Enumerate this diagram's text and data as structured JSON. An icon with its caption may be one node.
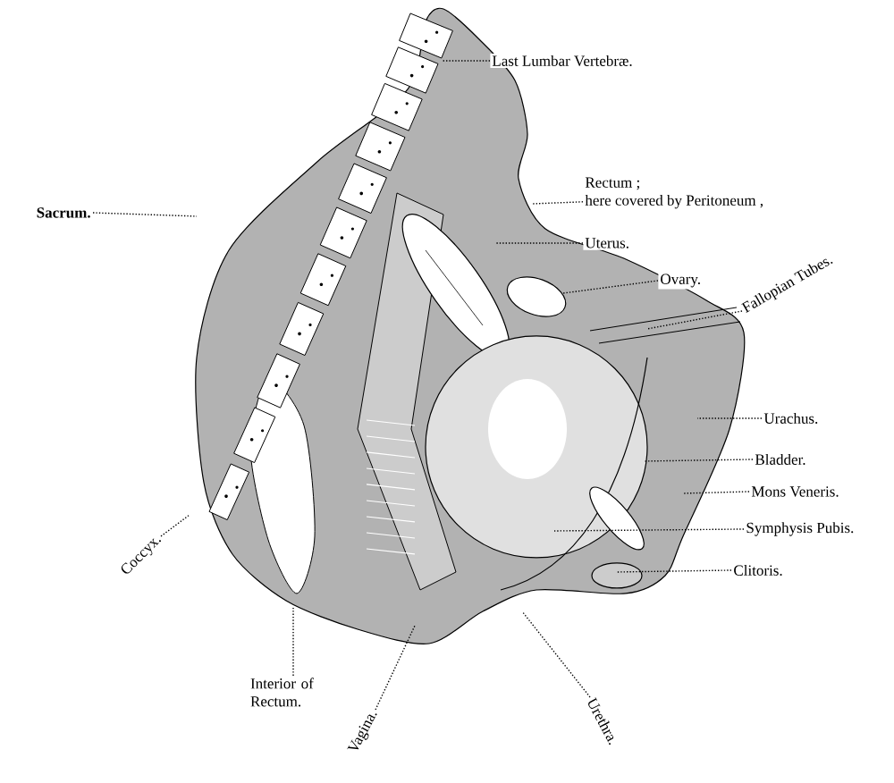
{
  "diagram": {
    "nodes": [
      {
        "text": [
          "Last Lumbar Vertebræ."
        ]
      },
      {
        "text": [
          "Rectum ;",
          "here covered by Peritoneum ,"
        ]
      },
      {
        "text": [
          "Uterus."
        ]
      },
      {
        "text": [
          "Ovary."
        ]
      },
      {
        "text": [
          "Fallopian Tubes."
        ]
      },
      {
        "text": [
          "Urachus."
        ]
      },
      {
        "text": [
          "Bladder."
        ]
      },
      {
        "text": [
          "Mons Veneris."
        ]
      },
      {
        "text": [
          "Symphysis Pubis."
        ]
      },
      {
        "text": [
          "Clitoris."
        ]
      },
      {
        "text": [
          "Sacrum."
        ]
      },
      {
        "text": [
          "Coccyx."
        ]
      },
      {
        "text": [
          "Interior of Rectum."
        ]
      },
      {
        "text": [
          "Vagina."
        ]
      },
      {
        "text": [
          "Urethra."
        ]
      },
      {
        "text": [],
        "shape": "picture"
      }
    ],
    "edges": [
      {
        "from": 0,
        "to": null,
        "arrow": "none"
      },
      {
        "from": 1,
        "to": null,
        "arrow": "none"
      },
      {
        "from": 2,
        "to": null,
        "arrow": "none"
      },
      {
        "from": 3,
        "to": 15,
        "arrow": "none"
      },
      {
        "from": 4,
        "to": null,
        "arrow": "none"
      },
      {
        "from": 5,
        "to": null,
        "arrow": "none"
      },
      {
        "from": 6,
        "to": null,
        "arrow": "none"
      },
      {
        "from": 7,
        "to": null,
        "arrow": "none"
      },
      {
        "from": 8,
        "to": null,
        "arrow": "none"
      },
      {
        "from": 9,
        "to": null,
        "arrow": "none"
      },
      {
        "from": 10,
        "to": null,
        "arrow": "none"
      },
      {
        "from": 11,
        "to": null,
        "arrow": "none"
      },
      {
        "from": 12,
        "to": null,
        "arrow": "none"
      },
      {
        "from": 13,
        "to": null,
        "arrow": "none"
      },
      {
        "from": 14,
        "to": null,
        "arrow": "none"
      }
    ]
  }
}
